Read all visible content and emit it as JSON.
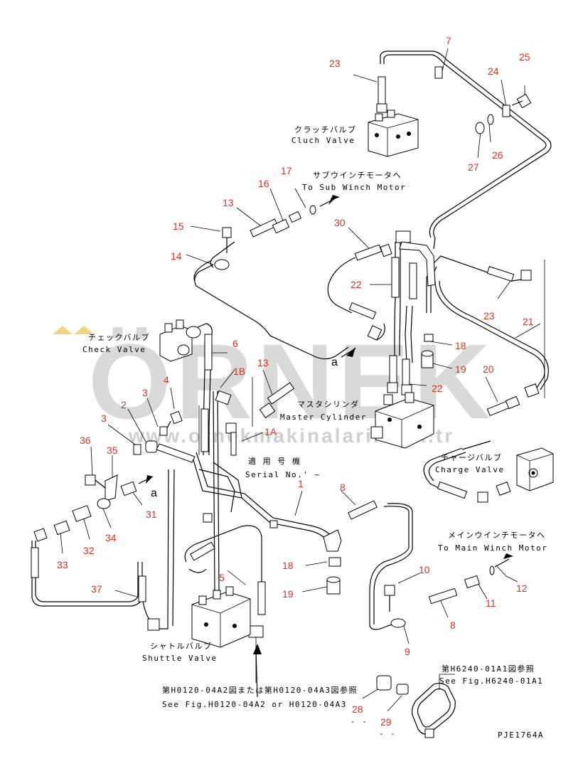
{
  "watermark": {
    "main_text": "ÖRNEK",
    "url_text": "www.ornekmakinalari.com.tr",
    "color": "#d9d9d9"
  },
  "part_numbers": [
    {
      "id": "23a",
      "text": "23"
    },
    {
      "id": "7",
      "text": "7"
    },
    {
      "id": "25",
      "text": "25"
    },
    {
      "id": "24",
      "text": "24"
    },
    {
      "id": "26",
      "text": "26"
    },
    {
      "id": "27",
      "text": "27"
    },
    {
      "id": "17",
      "text": "17"
    },
    {
      "id": "16",
      "text": "16"
    },
    {
      "id": "13a",
      "text": "13"
    },
    {
      "id": "15",
      "text": "15"
    },
    {
      "id": "14",
      "text": "14"
    },
    {
      "id": "30",
      "text": "30"
    },
    {
      "id": "22a",
      "text": "22"
    },
    {
      "id": "23b",
      "text": "23"
    },
    {
      "id": "21",
      "text": "21"
    },
    {
      "id": "18a",
      "text": "18"
    },
    {
      "id": "19a",
      "text": "19"
    },
    {
      "id": "22b",
      "text": "22"
    },
    {
      "id": "20",
      "text": "20"
    },
    {
      "id": "6",
      "text": "6"
    },
    {
      "id": "1B",
      "text": "1B"
    },
    {
      "id": "13b",
      "text": "13"
    },
    {
      "id": "4",
      "text": "4"
    },
    {
      "id": "3a",
      "text": "3"
    },
    {
      "id": "2",
      "text": "2"
    },
    {
      "id": "3b",
      "text": "3"
    },
    {
      "id": "1A",
      "text": "1A"
    },
    {
      "id": "36",
      "text": "36"
    },
    {
      "id": "35",
      "text": "35"
    },
    {
      "id": "31",
      "text": "31"
    },
    {
      "id": "1",
      "text": "1"
    },
    {
      "id": "8a",
      "text": "8"
    },
    {
      "id": "34",
      "text": "34"
    },
    {
      "id": "32",
      "text": "32"
    },
    {
      "id": "33",
      "text": "33"
    },
    {
      "id": "18b",
      "text": "18"
    },
    {
      "id": "10",
      "text": "10"
    },
    {
      "id": "12",
      "text": "12"
    },
    {
      "id": "5",
      "text": "5"
    },
    {
      "id": "19b",
      "text": "19"
    },
    {
      "id": "11",
      "text": "11"
    },
    {
      "id": "37",
      "text": "37"
    },
    {
      "id": "8b",
      "text": "8"
    },
    {
      "id": "9",
      "text": "9"
    },
    {
      "id": "28",
      "text": "28"
    },
    {
      "id": "29",
      "text": "29"
    }
  ],
  "labels": {
    "clutch_jp": "クラッチバルブ",
    "clutch_en": "Cluch Valve",
    "sub_winch_jp": "サブウインチモータへ",
    "sub_winch_en": "To Sub Winch Motor",
    "check_jp": "チェックバルブ",
    "check_en": "Check Valve",
    "master_jp": "マスタシリンダ",
    "master_en": "Master Cylinder",
    "serial_jp": "適 用 号 機",
    "serial_en": "Serial No.' ~",
    "charge_jp": "チャージバルブ",
    "charge_en": "Charge Valve",
    "main_winch_jp": "メインウインチモータへ",
    "main_winch_en": "To Main Winch Motor",
    "shuttle_jp": "シャトルバルブ",
    "shuttle_en": "Shuttle Valve",
    "ref1_jp": "第H0120-04A2図または第H0120-04A3図参照",
    "ref1_en": "See Fig.H0120-04A2 or H0120-04A3",
    "ref2_jp": "第H6240-01A1図参照",
    "ref2_en": "See Fig.H6240-01A1",
    "arrow_a1": "a",
    "arrow_a2": "a",
    "dash1": "- -",
    "dash2": "- -",
    "code": "PJE1764A"
  }
}
